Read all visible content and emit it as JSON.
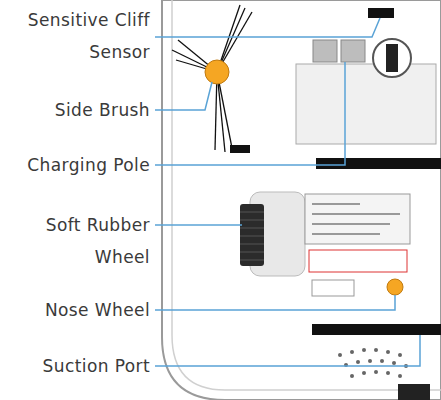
{
  "diagram": {
    "labels": [
      "Sensitive Cliff Sensor",
      "Side Brush",
      "Charging Pole",
      "Soft Rubber Wheel",
      "Nose Wheel",
      "Suction Port"
    ]
  }
}
